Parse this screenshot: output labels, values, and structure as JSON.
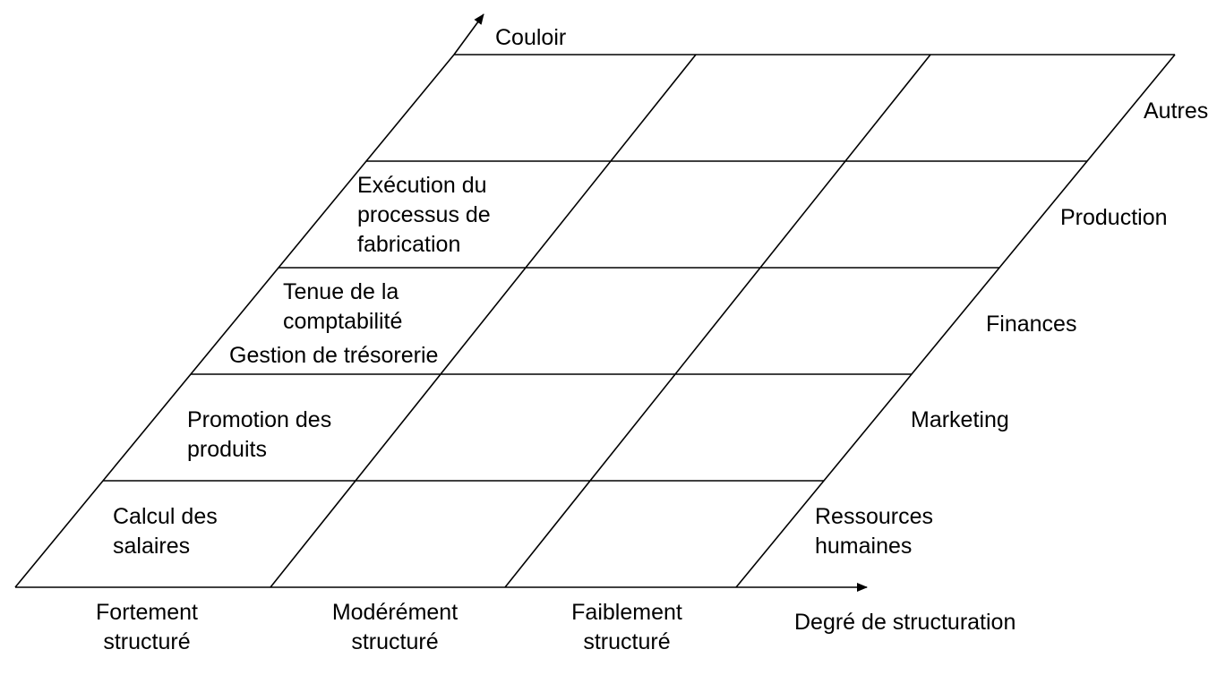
{
  "colors": {
    "line": "#000000",
    "text": "#000000",
    "background": "#ffffff"
  },
  "axes": {
    "depth_axis_label": "Couloir",
    "horizontal_axis_label": "Degré de structuration"
  },
  "columns": [
    {
      "line1": "Fortement",
      "line2": "structuré"
    },
    {
      "line1": "Modérément",
      "line2": "structuré"
    },
    {
      "line1": "Faiblement",
      "line2": "structuré"
    }
  ],
  "rows": [
    {
      "line1": "Ressources",
      "line2": "humaines"
    },
    {
      "line1": "Marketing"
    },
    {
      "line1": "Finances"
    },
    {
      "line1": "Production"
    },
    {
      "line1": "Autres"
    }
  ],
  "cells": {
    "payroll": {
      "line1": "Calcul des",
      "line2": "salaires"
    },
    "promotion": {
      "line1": "Promotion des",
      "line2": "produits"
    },
    "accounting": {
      "line1": "Tenue de la",
      "line2": "comptabilité"
    },
    "treasury": {
      "line1": "Gestion de trésorerie"
    },
    "manufacturing": {
      "line1": "Exécution du",
      "line2": "processus de",
      "line3": "fabrication"
    }
  }
}
